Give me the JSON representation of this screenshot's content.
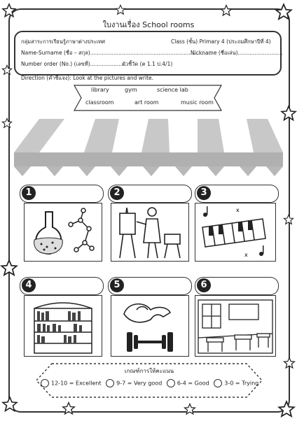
{
  "header": {
    "title": "ใบงานเรื่อง School rooms"
  },
  "info": {
    "subject": "กลุ่มสาระการเรียนรู้ภาษาต่างประเทศ",
    "class": "Class (ชั้น) Primary 4 (ประถมศึกษาปีที่ 4)",
    "name": "Name-Surname (ชื่อ – สกุล)..........................................................................",
    "nickname": "Nickname (ชื่อเล่น)...........................",
    "number": "Number order (No.) (เลขที่)......................",
    "indicator": "ตัวชี้วัด (ต 1.1 ป.4/1)"
  },
  "direction": "Direction (คำชี้แจง): Look at the pictures and write.",
  "word_bank": [
    "library",
    "gym",
    "science lab",
    "classroom",
    "art room",
    "music room"
  ],
  "items": [
    {
      "number": "1",
      "icon": "science-flask-icon"
    },
    {
      "number": "2",
      "icon": "painter-easel-icon"
    },
    {
      "number": "3",
      "icon": "piano-keyboard-icon"
    },
    {
      "number": "4",
      "icon": "bookshelf-icon"
    },
    {
      "number": "5",
      "icon": "dumbbell-arm-icon"
    },
    {
      "number": "6",
      "icon": "classroom-desks-icon"
    }
  ],
  "criteria": {
    "title": "เกณฑ์การให้คะแนน",
    "levels": [
      "12-10 = Excellent",
      "9-7 = Very good",
      "6-4 = Good",
      "3-0 = Trying"
    ]
  }
}
